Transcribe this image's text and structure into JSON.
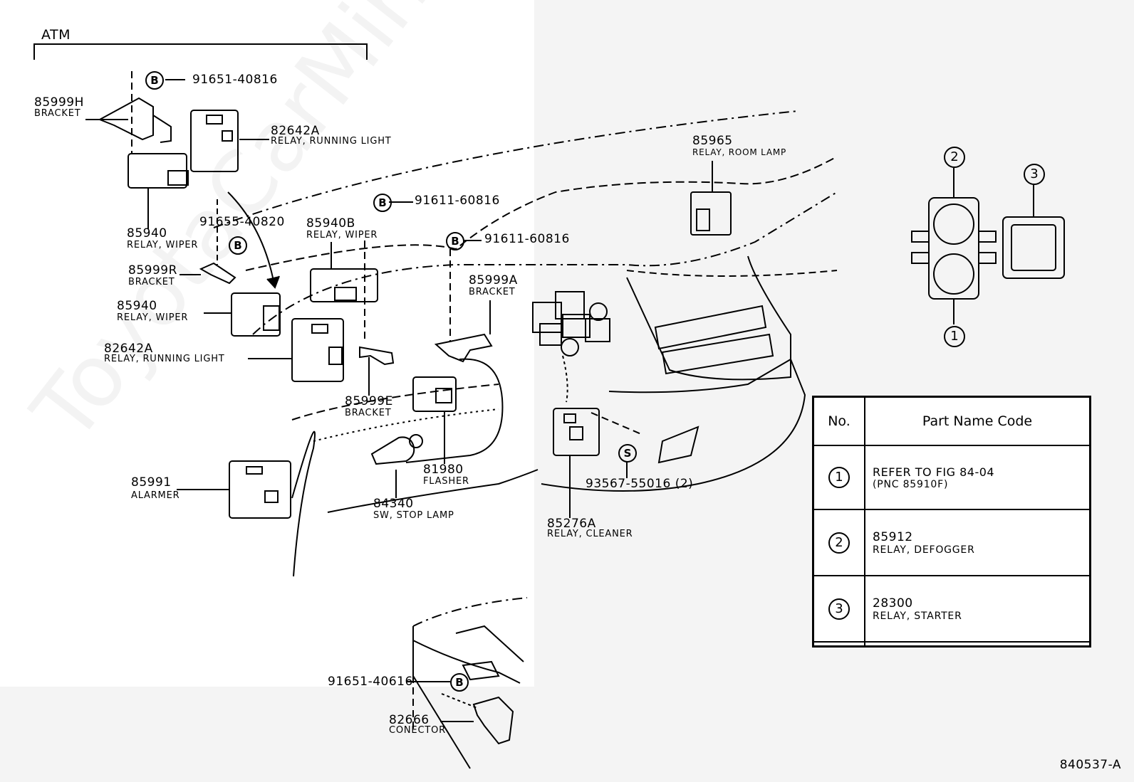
{
  "section_label": "ATM",
  "watermark": "ToyotaCarMine.ru",
  "figure_id": "840537-A",
  "callouts": {
    "bolt_b": "B",
    "screw_s": "S",
    "num1": "1",
    "num2": "2",
    "num3": "3"
  },
  "parts": {
    "p85999h": {
      "code": "85999H",
      "name": "BRACKET"
    },
    "p91651_40816": {
      "code": "91651-40816"
    },
    "p82642a_top": {
      "code": "82642A",
      "name": "RELAY, RUNNING LIGHT"
    },
    "p85940_top": {
      "code": "85940",
      "name": "RELAY, WIPER"
    },
    "p91655_40820": {
      "code": "91655-40820"
    },
    "p85999r": {
      "code": "85999R",
      "name": "BRACKET"
    },
    "p85940_mid": {
      "code": "85940",
      "name": "RELAY, WIPER"
    },
    "p82642a_mid": {
      "code": "82642A",
      "name": "RELAY, RUNNING LIGHT"
    },
    "p85940b": {
      "code": "85940B",
      "name": "RELAY, WIPER"
    },
    "p91611_a": {
      "code": "91611-60816"
    },
    "p91611_b": {
      "code": "91611-60816"
    },
    "p85999a": {
      "code": "85999A",
      "name": "BRACKET"
    },
    "p85999e": {
      "code": "85999E",
      "name": "BRACKET"
    },
    "p81980": {
      "code": "81980",
      "name": "FLASHER"
    },
    "p84340": {
      "code": "84340",
      "name": "SW, STOP LAMP"
    },
    "p85991": {
      "code": "85991",
      "name": "ALARMER"
    },
    "p85965": {
      "code": "85965",
      "name": "RELAY, ROOM LAMP"
    },
    "p85276a": {
      "code": "85276A",
      "name": "RELAY, CLEANER"
    },
    "p93567": {
      "code": "93567-55016 (2)"
    },
    "p91651_40616": {
      "code": "91651-40616"
    },
    "p82666": {
      "code": "82666",
      "name": "CONECTOR"
    }
  },
  "table": {
    "header_no": "No.",
    "header_name": "Part Name Code",
    "rows": [
      {
        "no": "1",
        "line1": "REFER TO FIG 84-04",
        "line2": "(PNC 85910F)"
      },
      {
        "no": "2",
        "line1": "85912",
        "line2": "RELAY, DEFOGGER"
      },
      {
        "no": "3",
        "line1": "28300",
        "line2": "RELAY, STARTER"
      },
      {
        "no": "",
        "line1": "",
        "line2": ""
      }
    ]
  }
}
